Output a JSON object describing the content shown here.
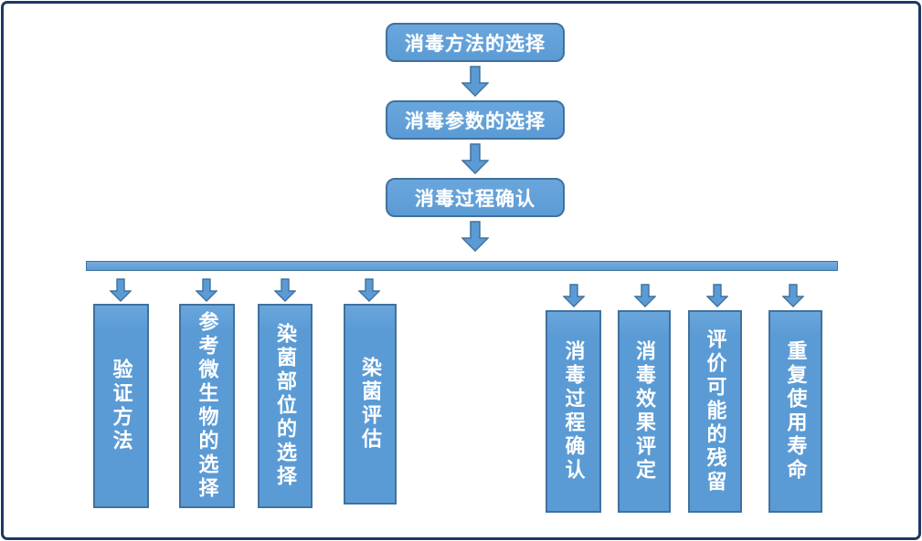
{
  "diagram": {
    "title_implicit": "",
    "top_flow": [
      "消毒方法的选择",
      "消毒参数的选择",
      "消毒过程确认"
    ],
    "left_branches": [
      "验证方法",
      "参考微生物的选择",
      "染菌部位的选择",
      "染菌评估"
    ],
    "right_branches": [
      "消毒过程确认",
      "消毒效果评定",
      "评价可能的残留",
      "重复使用寿命"
    ],
    "colors": {
      "shape_fill": "#5b9bd5",
      "shape_border": "#41719c",
      "frame_border": "#1f3864",
      "text": "#ffffff"
    }
  }
}
